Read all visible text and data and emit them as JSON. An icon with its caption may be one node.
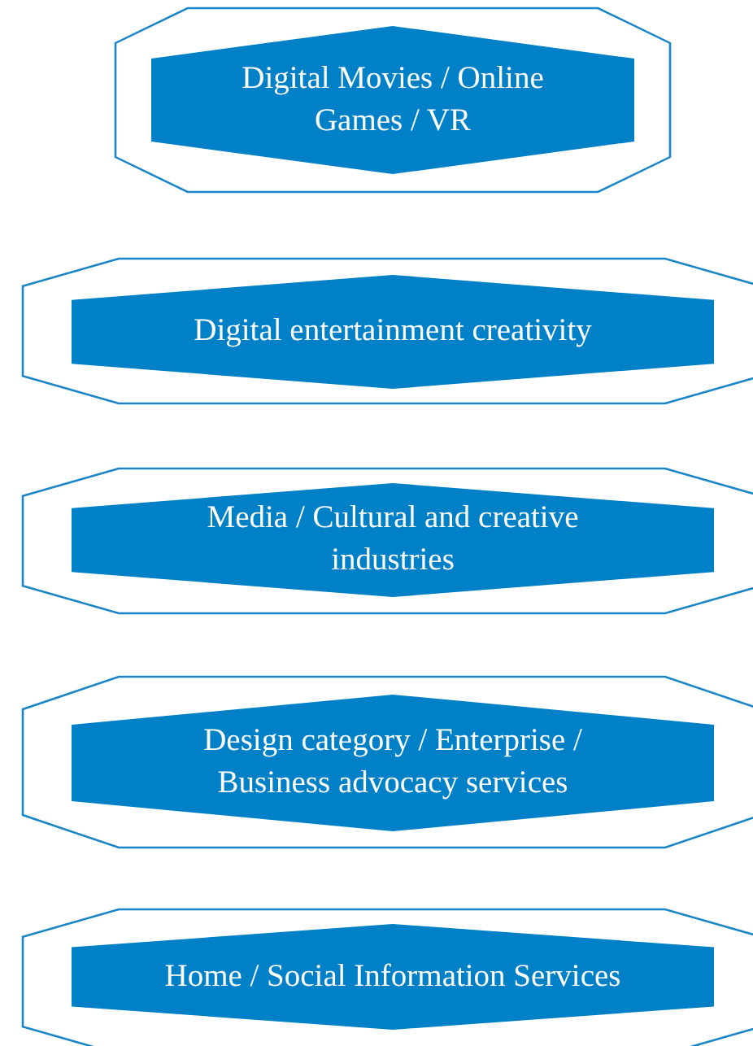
{
  "diagram": {
    "nodes": [
      {
        "text": [],
        "shape": "octagon"
      },
      {
        "text": [
          "Digital Movies / Online Games / VR"
        ],
        "in": 0
      },
      {
        "text": [],
        "shape": "octagon"
      },
      {
        "text": [
          "Digital entertainment creativity"
        ],
        "in": 2
      },
      {
        "text": [],
        "shape": "octagon"
      },
      {
        "text": [
          "Media / Cultural and creative industries"
        ],
        "in": 4
      },
      {
        "text": [],
        "shape": "octagon"
      },
      {
        "text": [
          "Design category / Enterprise / Business advocacy services"
        ],
        "in": 6
      },
      {
        "text": [],
        "shape": "octagon"
      },
      {
        "text": [
          "Home / Social Information Services"
        ],
        "in": 8
      }
    ]
  }
}
